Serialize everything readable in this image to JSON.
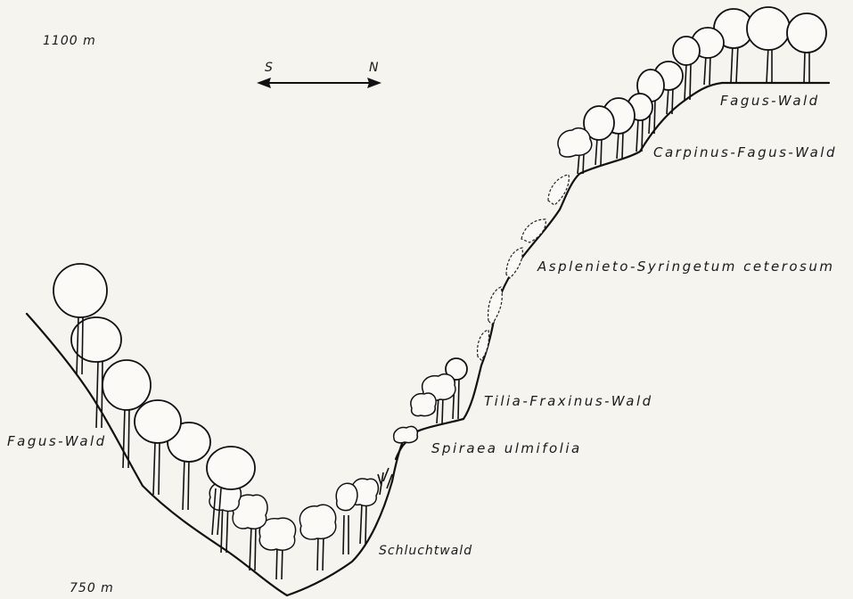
{
  "elevation": {
    "top": "1100 m",
    "bottom": "750 m"
  },
  "compass": {
    "south": "S",
    "north": "N"
  },
  "vegetation_labels": {
    "fagus_north": "Fagus-Wald",
    "carpinus_fagus": "Carpinus-Fagus-Wald",
    "asplenieto": "Asplenieto-Syringetum ceterosum",
    "tilia_fraxinus": "Tilia-Fraxinus-Wald",
    "spiraea": "Spiraea ulmifolia",
    "fagus_south": "Fagus-Wald",
    "schlucht": "Schluchtwald"
  }
}
